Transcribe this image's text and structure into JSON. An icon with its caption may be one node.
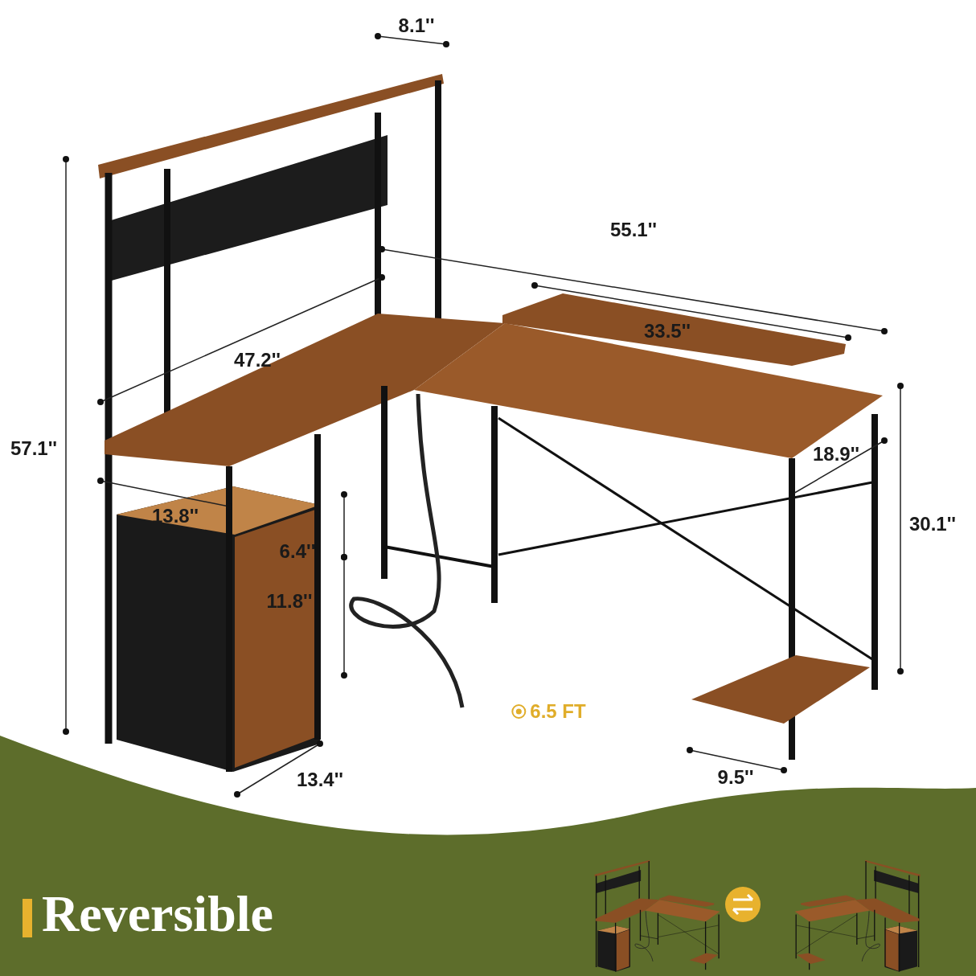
{
  "diagram": {
    "title": "Reversible",
    "labels": [
      "8.1''",
      "55.1''",
      "33.5''",
      "47.2''",
      "57.1''",
      "18.9''",
      "13.8''",
      "30.1''",
      "6.4''",
      "11.8''",
      "6.5 FT",
      "13.4''",
      "9.5''"
    ]
  }
}
